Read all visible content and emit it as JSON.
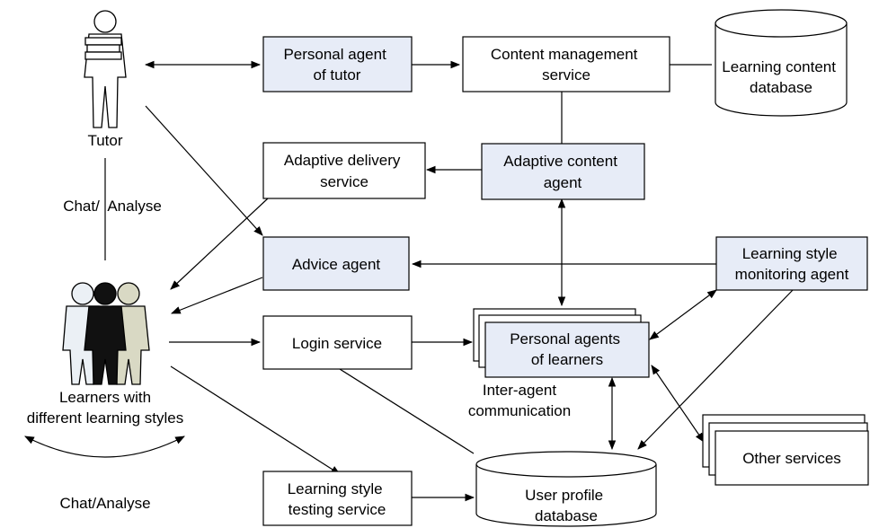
{
  "actors": {
    "tutor": "Tutor",
    "learners_line1": "Learners with",
    "learners_line2": "different learning styles"
  },
  "nodes": {
    "personal_agent_tutor": [
      "Personal agent",
      "of tutor"
    ],
    "content_management": [
      "Content management",
      "service"
    ],
    "learning_content_db": [
      "Learning content",
      "database"
    ],
    "adaptive_delivery": [
      "Adaptive delivery",
      "service"
    ],
    "adaptive_content_agent": [
      "Adaptive content",
      "agent"
    ],
    "advice_agent": [
      "Advice agent"
    ],
    "learning_style_monitoring": [
      "Learning style",
      "monitoring agent"
    ],
    "login_service": [
      "Login service"
    ],
    "personal_agents_learners": [
      "Personal agents",
      "of learners"
    ],
    "other_services": [
      "Other services"
    ],
    "learning_style_testing": [
      "Learning style",
      "testing service"
    ],
    "user_profile_db": [
      "User profile",
      "database"
    ]
  },
  "annotations": {
    "chat_analyse_vertical": "Chat/  Analyse",
    "chat_analyse_bottom": "Chat/Analyse",
    "inter_agent_line1": "Inter-agent",
    "inter_agent_line2": "communication"
  },
  "colors": {
    "agent_fill": "#e7ecf7",
    "service_fill": "#ffffff",
    "learner_light": "#ebf0f5",
    "learner_dark": "#111111",
    "learner_olive": "#d9d9c4"
  }
}
